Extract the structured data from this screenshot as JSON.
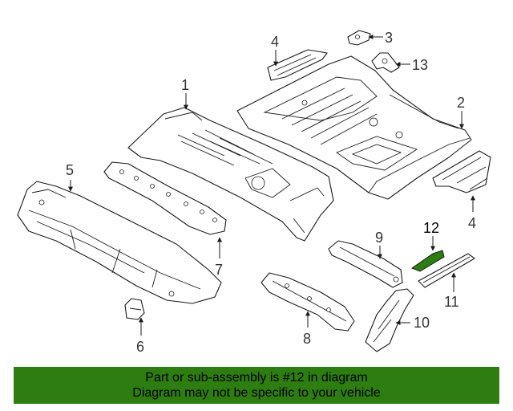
{
  "callouts": {
    "c1": "1",
    "c2": "2",
    "c3": "3",
    "c4a": "4",
    "c4b": "4",
    "c5": "5",
    "c6": "6",
    "c7": "7",
    "c8": "8",
    "c9": "9",
    "c10": "10",
    "c11": "11",
    "c12": "12",
    "c13": "13"
  },
  "banner": {
    "line1": "Part or sub-assembly is #12 in diagram",
    "line2": "Diagram may not be specific to your vehicle"
  },
  "colors": {
    "banner_bg": "#2e7d10",
    "highlight_part": "#2e7d10"
  }
}
